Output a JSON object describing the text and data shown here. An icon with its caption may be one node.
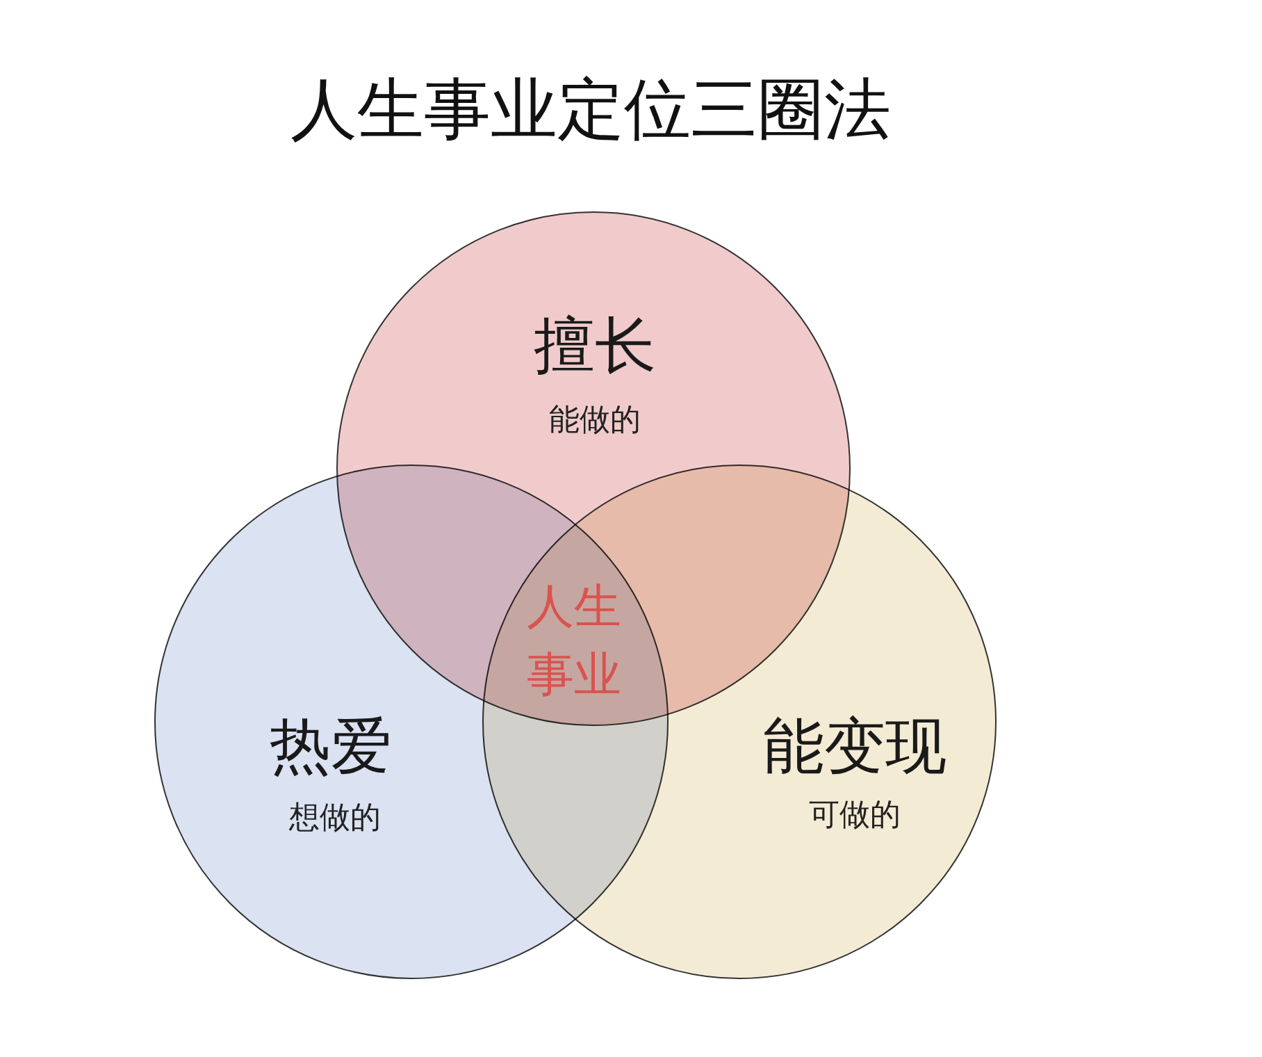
{
  "diagram": {
    "title": "人生事业定位三圈法",
    "nodes": [
      {
        "text": [
          "擅长",
          "能做的"
        ]
      },
      {
        "text": [
          "热爱",
          "想做的"
        ]
      },
      {
        "text": [
          "能变现",
          "可做的"
        ]
      }
    ],
    "labels": [
      "人生事业"
    ]
  }
}
